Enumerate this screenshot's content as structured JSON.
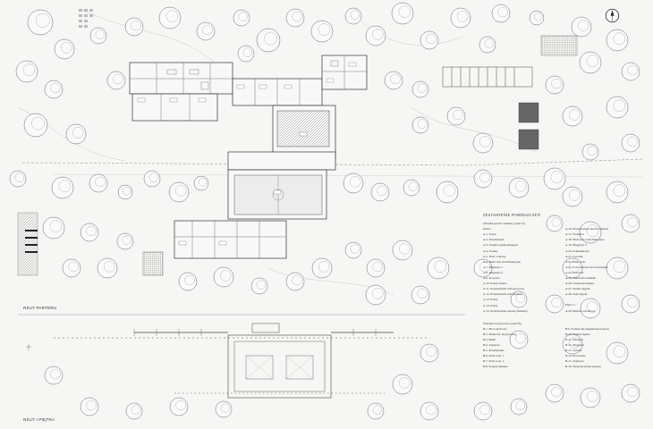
{
  "labels": {
    "plan_ground": "RZUT PARTERU",
    "plan_first": "RZUT I PIĘTRA"
  },
  "legend": {
    "title": "ZESTAWIENIE POMIESZCZEŃ",
    "section_a": "Ośrodek sportu i kultury (część A)",
    "ground_floor": "Parter:",
    "first_floor": "Piętro 1:",
    "col1": [
      "A.1. Foyer",
      "A.2. Przedsionek",
      "A.3. Szatnia ogólnodostępna",
      "A.4. Toalety",
      "A.5. Pom. ochrony",
      "A.6. Duża sala wielofunkcyjna",
      "A.7. Magazyn 1",
      "A.8. Magazyn 2",
      "A.9. Korytarz",
      "A.10. Pokój trenera",
      "A.11. Przebieralnia sali sportowej",
      "A.12. Przebieralnia sali (męska)",
      "A.13. Pokój",
      "A.14. Pokój",
      "A.15. Przebieralnia zlewni (damska)"
    ],
    "col2": [
      "A.16. Przebieralnia zlewni (męska)",
      "A.17. Świetlica",
      "A.18. Mała sala wielofunkcyjna",
      "A.19. Magazyn 3",
      "A.20. Komunikacja",
      "A.21. Łącznik",
      "A.22. Pom. tech.",
      "A.23. Pom. konserwatora budynku",
      "A.24. Korytarz",
      "A.25. Garderoba damska",
      "A.26. Garderoba męska",
      "A.27. Studio nagrań",
      "A.28. Sala nagrań"
    ],
    "col2_first": [
      "A.29. Balkon widokowy"
    ],
    "section_b": "Świetlica turystyczna (część B)",
    "b_left": [
      "B.1. Hol wejściowy",
      "B.2. Punkt inf. turystycznej",
      "B.3. Bufet",
      "B.4. Zaplecze",
      "B.5. Przedsionek",
      "B.6. Pom. tech. 1",
      "B.7. Pom. tech. 2",
      "B.8. Toaleta damska"
    ],
    "b_right": [
      "B.9. Toaleta dla niepełnosprawnych",
      "B.10. Toaleta męska",
      "B.11. Warsztat",
      "B.12. Magazyn",
      "B.13. Galeria",
      "B.14. Pracownia",
      "B.15. Zaplecze",
      "B.16. Wypożyczalnia sprzętu"
    ]
  },
  "icons": {
    "north_arrow": "north-arrow-icon"
  }
}
